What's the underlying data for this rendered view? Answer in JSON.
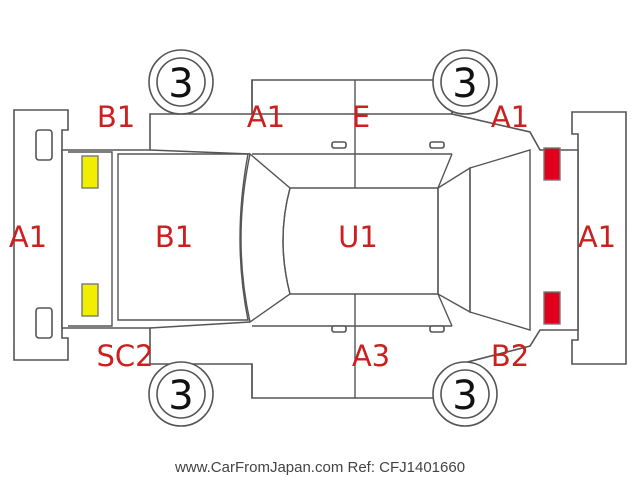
{
  "damage_codes": {
    "rear_bumper": "A1",
    "rear_left_quarter": "B1",
    "left_front_door": "A1",
    "left_rear_door": "E",
    "left_front_fender": "A1",
    "trunk_lid": "B1",
    "roof": "U1",
    "front_bumper": "A1",
    "rear_right_quarter": "SC2",
    "right_doors": "A3",
    "right_front_fender": "B2"
  },
  "tyres": {
    "rear_left": "3",
    "front_left": "3",
    "rear_right": "3",
    "front_right": "3"
  },
  "lamp_colors": {
    "rear": "#f2ee00",
    "front": "#e0001b",
    "damage_text": "#cc1f1f"
  },
  "footer": "www.CarFromJapan.com Ref: CFJ1401660"
}
